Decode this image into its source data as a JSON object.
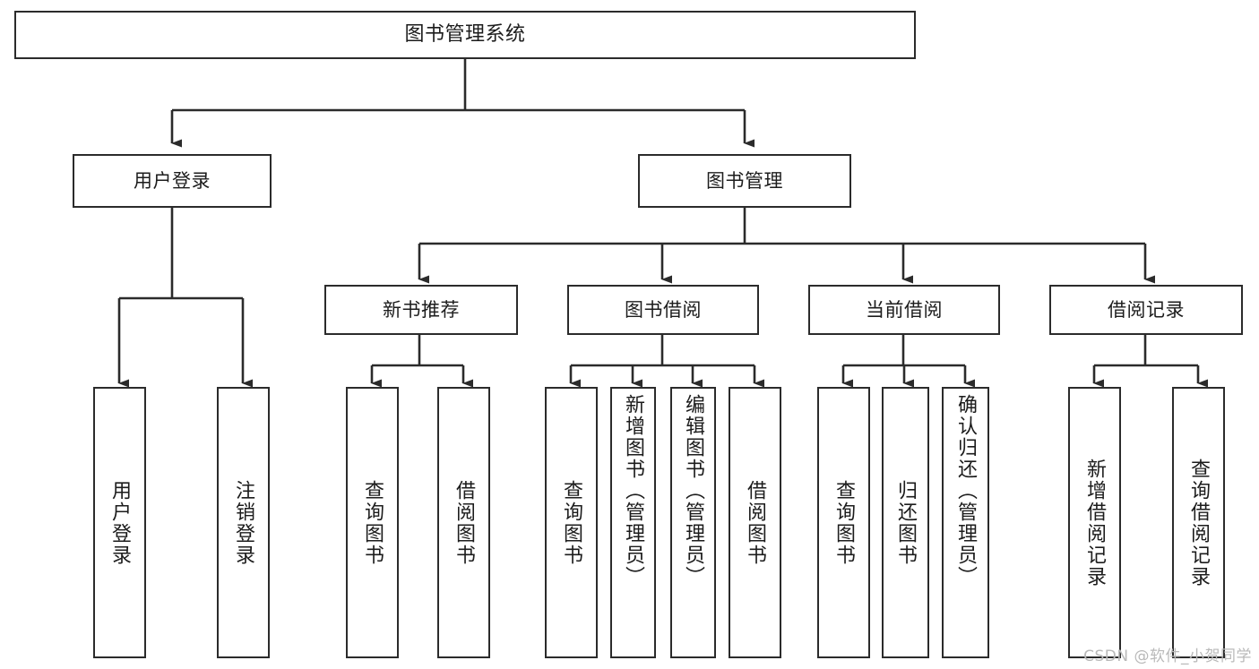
{
  "diagram": {
    "title": "图书管理系统",
    "type": "hierarchy-tree",
    "watermark": "CSDN @软件_小贺同学",
    "colors": {
      "background": "#ffffff",
      "box_border": "#2b2b2b",
      "box_fill": "#ffffff",
      "text": "#1c1c1c",
      "edge": "#2b2b2b",
      "watermark": "#b9b9b9"
    },
    "nodes": {
      "root": {
        "id": "root",
        "label": "图书管理系统",
        "level": 0,
        "orientation": "horizontal"
      },
      "level1": [
        {
          "id": "user-login",
          "label": "用户登录",
          "level": 1,
          "orientation": "horizontal"
        },
        {
          "id": "book-management",
          "label": "图书管理",
          "level": 1,
          "orientation": "horizontal"
        }
      ],
      "level2": [
        {
          "id": "new-book-recommend",
          "label": "新书推荐",
          "level": 2,
          "orientation": "horizontal",
          "parent": "book-management"
        },
        {
          "id": "book-borrow",
          "label": "图书借阅",
          "level": 2,
          "orientation": "horizontal",
          "parent": "book-management"
        },
        {
          "id": "current-borrow",
          "label": "当前借阅",
          "level": 2,
          "orientation": "horizontal",
          "parent": "book-management"
        },
        {
          "id": "borrow-record",
          "label": "借阅记录",
          "level": 2,
          "orientation": "horizontal",
          "parent": "book-management"
        }
      ],
      "leaves": [
        {
          "id": "leaf-user-login",
          "label": "用户登录",
          "parent": "user-login",
          "orientation": "vertical"
        },
        {
          "id": "leaf-user-logout",
          "label": "注销登录",
          "parent": "user-login",
          "orientation": "vertical"
        },
        {
          "id": "leaf-query-book-1",
          "label": "查询图书",
          "parent": "new-book-recommend",
          "orientation": "vertical"
        },
        {
          "id": "leaf-borrow-book-1",
          "label": "借阅图书",
          "parent": "new-book-recommend",
          "orientation": "vertical"
        },
        {
          "id": "leaf-query-book-2",
          "label": "查询图书",
          "parent": "book-borrow",
          "orientation": "vertical"
        },
        {
          "id": "leaf-add-book",
          "label": "新增图书（管理员）",
          "parent": "book-borrow",
          "orientation": "vertical"
        },
        {
          "id": "leaf-edit-book",
          "label": "编辑图书（管理员）",
          "parent": "book-borrow",
          "orientation": "vertical"
        },
        {
          "id": "leaf-borrow-book-2",
          "label": "借阅图书",
          "parent": "book-borrow",
          "orientation": "vertical"
        },
        {
          "id": "leaf-query-book-3",
          "label": "查询图书",
          "parent": "current-borrow",
          "orientation": "vertical"
        },
        {
          "id": "leaf-return-book",
          "label": "归还图书",
          "parent": "current-borrow",
          "orientation": "vertical"
        },
        {
          "id": "leaf-confirm-return",
          "label": "确认归还（管理员）",
          "parent": "current-borrow",
          "orientation": "vertical"
        },
        {
          "id": "leaf-add-record",
          "label": "新增借阅记录",
          "parent": "borrow-record",
          "orientation": "vertical"
        },
        {
          "id": "leaf-query-record",
          "label": "查询借阅记录",
          "parent": "borrow-record",
          "orientation": "vertical"
        }
      ]
    }
  }
}
